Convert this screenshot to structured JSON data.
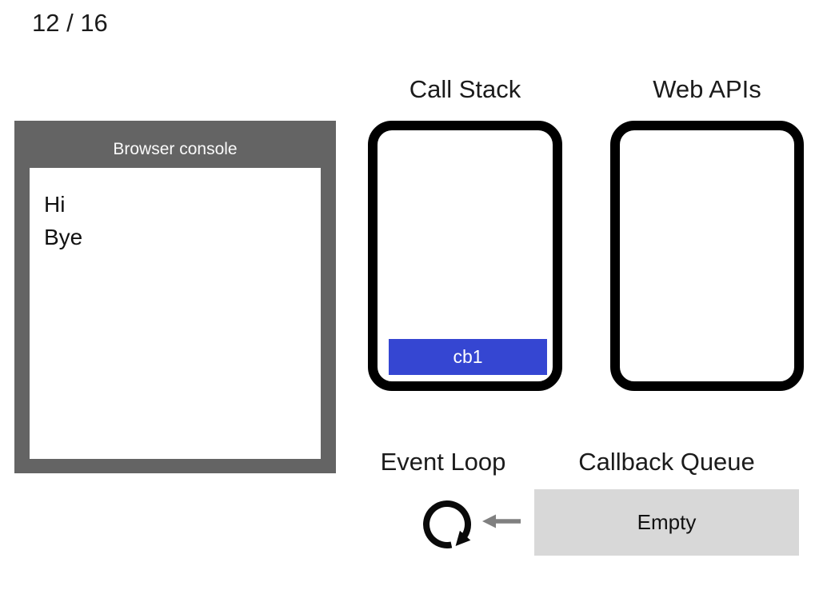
{
  "slide": {
    "page_indicator": "12 / 16"
  },
  "browser_console": {
    "title": "Browser console",
    "logs": [
      "Hi",
      "Bye"
    ]
  },
  "call_stack": {
    "title": "Call Stack",
    "frames": [
      {
        "label": "cb1",
        "color": "#3546d2"
      }
    ]
  },
  "web_apis": {
    "title": "Web APIs",
    "items": []
  },
  "event_loop": {
    "title": "Event Loop",
    "icon": "clockwise-loop-arrow-icon"
  },
  "callback_queue": {
    "title": "Callback Queue",
    "status": "Empty",
    "arrow_icon": "left-arrow-icon"
  },
  "colors": {
    "console_gray": "#646464",
    "frame_blue": "#3546d2",
    "queue_gray": "#d8d8d8",
    "arrow_gray": "#808080",
    "box_border": "#000000"
  }
}
